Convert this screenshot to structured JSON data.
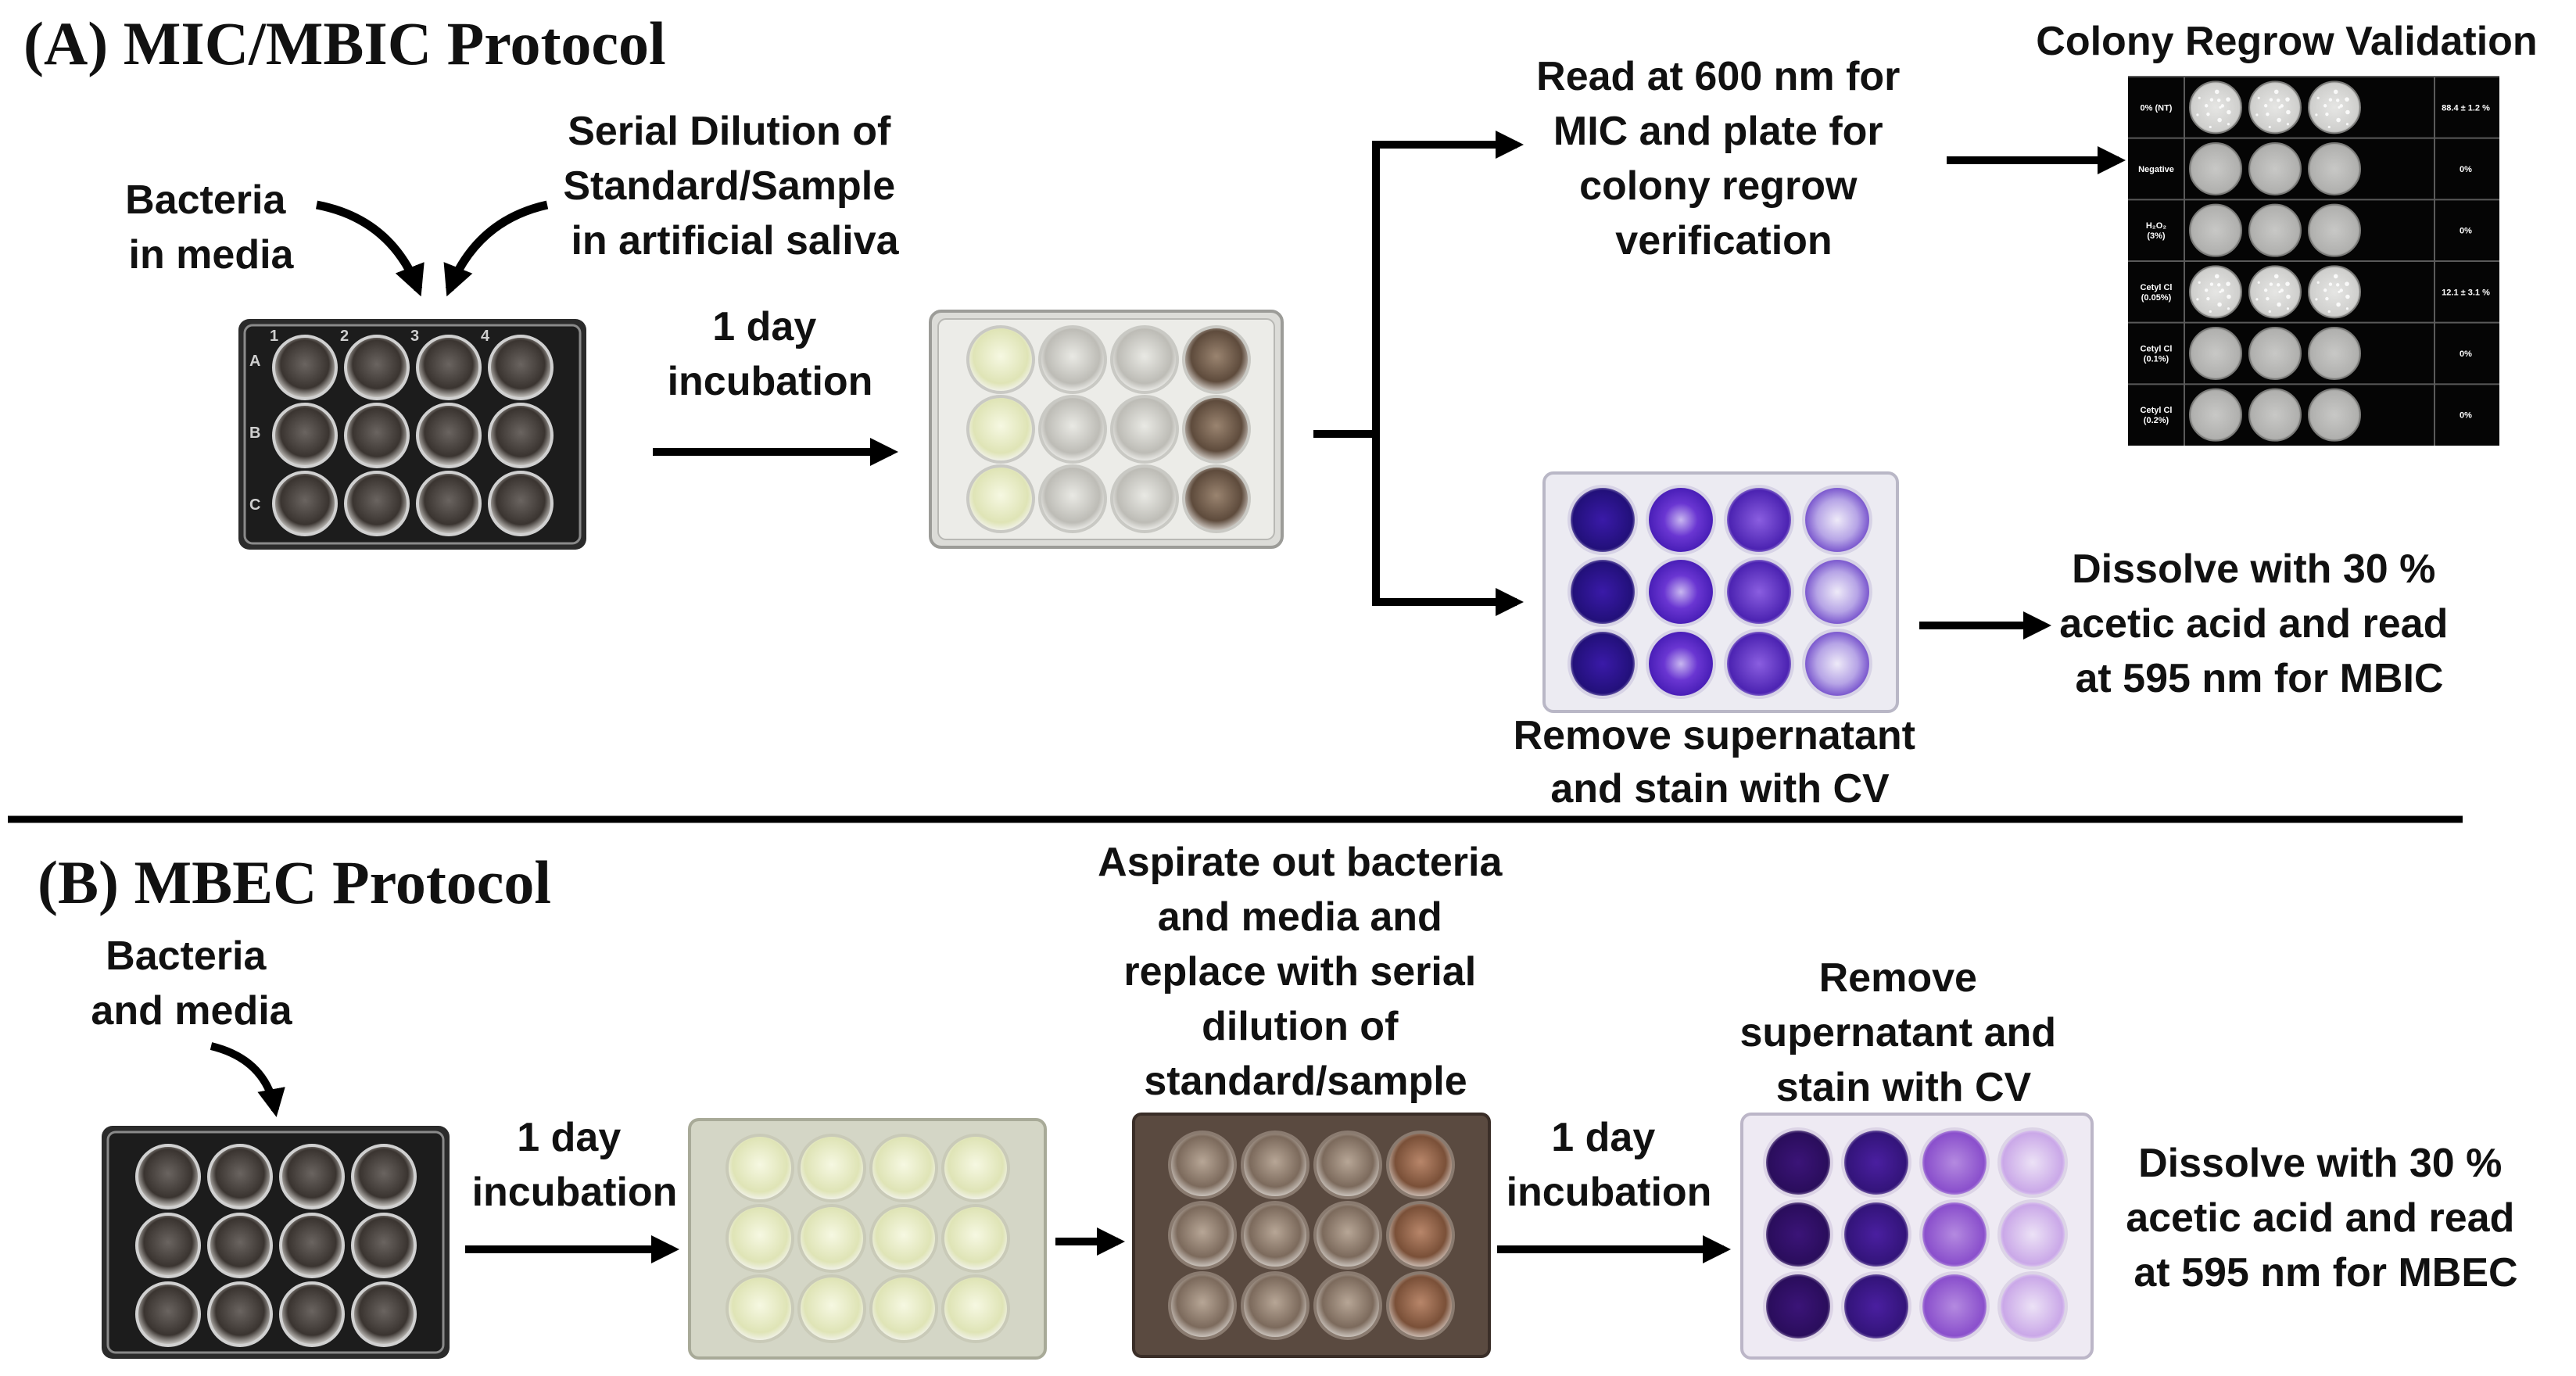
{
  "section_a": {
    "title": "(A) MIC/MBIC Protocol",
    "bacteria_label": [
      "Bacteria",
      "in media"
    ],
    "dilution_label": [
      "Serial Dilution of",
      "Standard/Sample",
      "in artificial saliva"
    ],
    "incubation_label": [
      "1 day",
      "incubation"
    ],
    "read_label": [
      "Read at 600 nm for",
      "MIC and plate for",
      "colony regrow",
      "verification"
    ],
    "cv_label": [
      "Remove supernatant",
      "and stain with CV"
    ],
    "dissolve_label": [
      "Dissolve with 30 %",
      "acetic acid and read",
      "at 595 nm for MBIC"
    ],
    "colony_title": "Colony Regrow Validation",
    "colony_rows": [
      {
        "label": [
          "0% (NT)"
        ],
        "value": "88.4 ± 1.2 %"
      },
      {
        "label": [
          "Negative"
        ],
        "value": "0%"
      },
      {
        "label": [
          "H₂O₂",
          "(3%)"
        ],
        "value": "0%"
      },
      {
        "label": [
          "Cetyl Cl",
          "(0.05%)"
        ],
        "value": "12.1 ± 3.1 %"
      },
      {
        "label": [
          "Cetyl Cl",
          "(0.1%)"
        ],
        "value": "0%"
      },
      {
        "label": [
          "Cetyl Cl",
          "(0.2%)"
        ],
        "value": "0%"
      }
    ],
    "well_row_labels": [
      "A",
      "B",
      "C"
    ],
    "well_col_labels": [
      "1",
      "2",
      "3",
      "4"
    ]
  },
  "section_b": {
    "title": "(B) MBEC Protocol",
    "bacteria_label": [
      "Bacteria",
      "and media"
    ],
    "incubation1_label": [
      "1 day",
      "incubation"
    ],
    "aspirate_label": [
      "Aspirate out bacteria",
      "and media and",
      "replace with serial",
      "dilution of",
      "standard/sample"
    ],
    "cv_label": [
      "Remove",
      "supernatant and",
      "stain with CV"
    ],
    "incubation2_label": [
      "1 day",
      "incubation"
    ],
    "dissolve_label": [
      "Dissolve with 30 %",
      "acetic acid and read",
      "at 595 nm for MBEC"
    ]
  },
  "colors": {
    "arrow": "#000000",
    "divider": "#000000",
    "crystal_violet_dark": "#2a0f8a",
    "crystal_violet_light": "#a57ad9",
    "tray_clear": "#e9e9e6",
    "media_yellow": "#e4e8bf",
    "media_brown": "#7b6552"
  }
}
